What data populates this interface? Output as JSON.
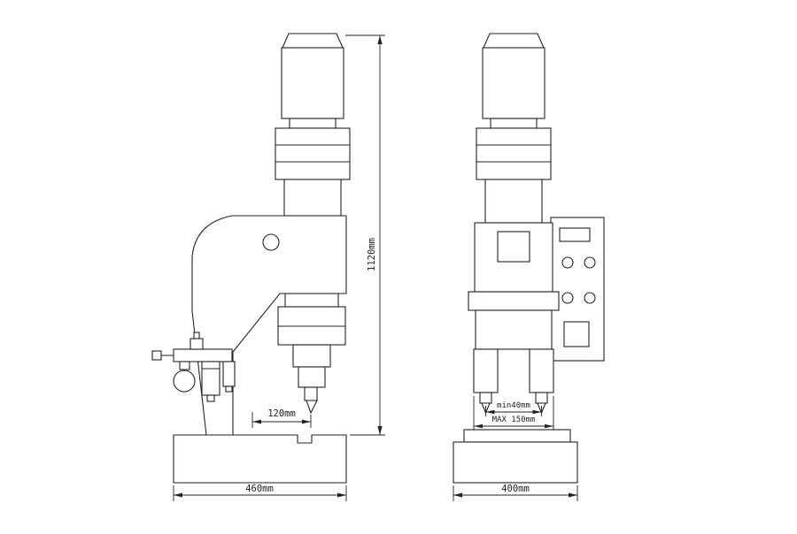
{
  "page": {
    "background": "#ffffff",
    "line_color": "#222222"
  },
  "side_view": {
    "dim_height": "1120mm",
    "dim_throat": "120mm",
    "dim_base_width": "460mm"
  },
  "front_view": {
    "dim_min_gap": "min40mm",
    "dim_max_gap": "MAX 150mm",
    "dim_base_width": "400mm"
  }
}
